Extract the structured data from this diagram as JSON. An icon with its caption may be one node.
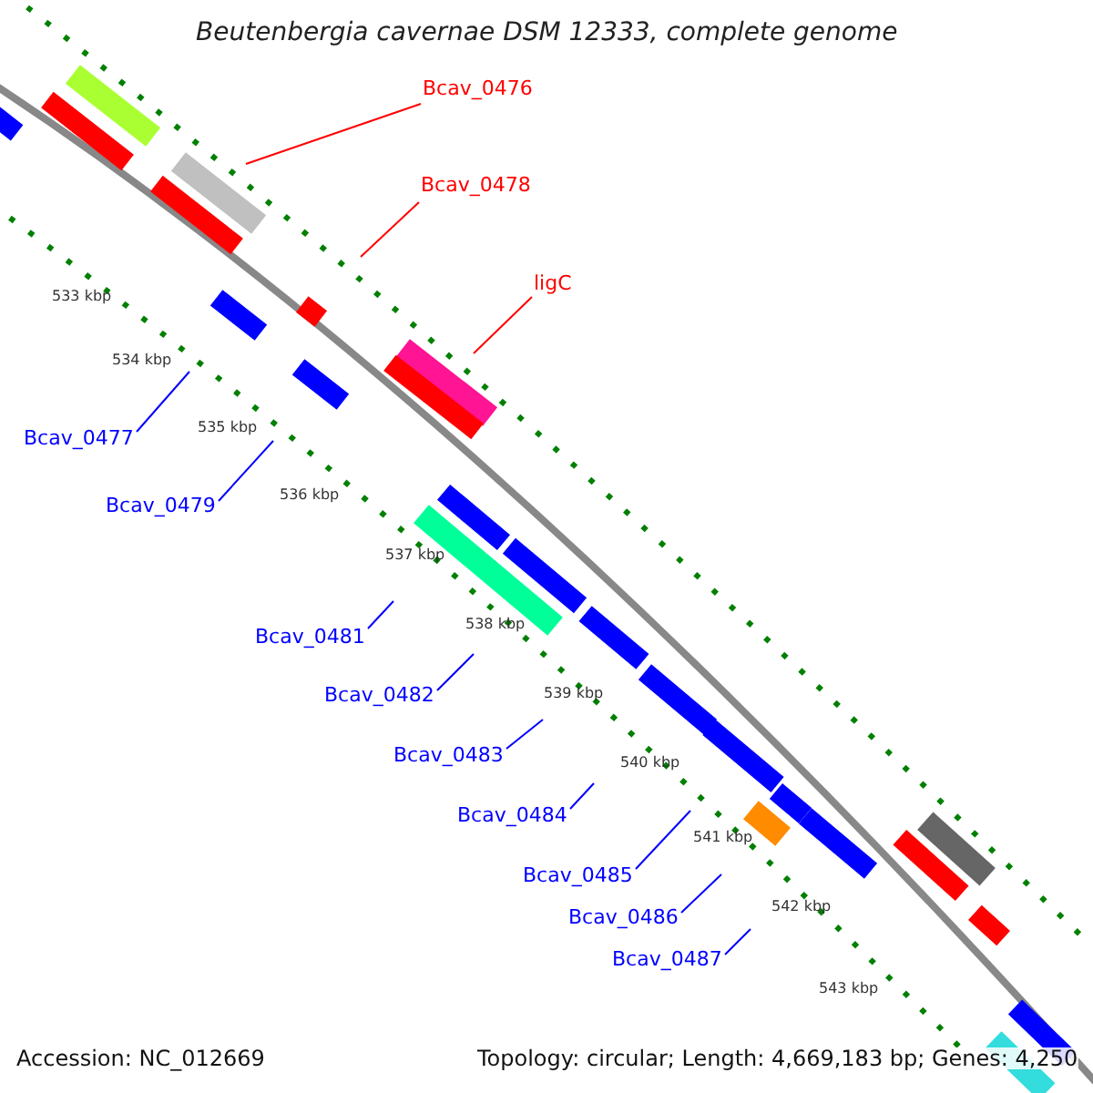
{
  "diagram": {
    "title": "Beutenbergia cavernae DSM 12333, complete genome",
    "nodes": [
      {
        "text": [
          "Bcav_0476"
        ]
      },
      {
        "text": [
          "Bcav_0478"
        ]
      },
      {
        "text": [
          "ligC"
        ]
      },
      {
        "text": [
          "Bcav_0477"
        ]
      },
      {
        "text": [
          "Bcav_0479"
        ]
      },
      {
        "text": [
          "Bcav_0481"
        ]
      },
      {
        "text": [
          "Bcav_0482"
        ]
      },
      {
        "text": [
          "Bcav_0483"
        ]
      },
      {
        "text": [
          "Bcav_0484"
        ]
      },
      {
        "text": [
          "Bcav_0485"
        ]
      },
      {
        "text": [
          "Bcav_0486"
        ]
      },
      {
        "text": [
          "Bcav_0487"
        ]
      }
    ],
    "edges": [
      {
        "from": 0,
        "to": null,
        "arrow": "none",
        "color": "#ff0000"
      },
      {
        "from": 1,
        "to": null,
        "arrow": "none",
        "color": "#ff0000"
      },
      {
        "from": 2,
        "to": null,
        "arrow": "none",
        "color": "#ff0000"
      },
      {
        "from": 3,
        "to": null,
        "arrow": "none"
      },
      {
        "from": 4,
        "to": null,
        "arrow": "none"
      },
      {
        "from": 5,
        "to": null,
        "arrow": "none"
      },
      {
        "from": 6,
        "to": null,
        "arrow": "none"
      },
      {
        "from": 7,
        "to": null,
        "arrow": "none"
      },
      {
        "from": 8,
        "to": null,
        "arrow": "none"
      },
      {
        "from": 9,
        "to": null,
        "arrow": "none"
      },
      {
        "from": 10,
        "to": null,
        "arrow": "none"
      },
      {
        "from": 11,
        "to": null,
        "arrow": "none"
      }
    ],
    "labels": [
      "533 kbp",
      "534 kbp",
      "535 kbp",
      "536 kbp",
      "537 kbp",
      "538 kbp",
      "539 kbp",
      "540 kbp",
      "541 kbp",
      "542 kbp",
      "543 kbp",
      "Accession: NC_012669",
      "Topology: circular; Length: 4,669,183 bp; Genes: 4,250"
    ]
  }
}
